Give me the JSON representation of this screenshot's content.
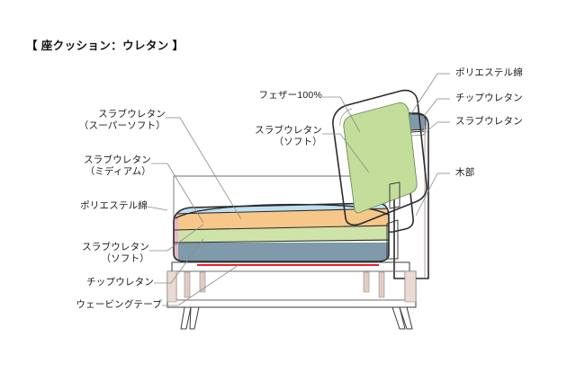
{
  "title": "【 座クッション：ウレタン 】",
  "diagram": {
    "subject": "sofa-cross-section",
    "description": "ソファの断面図：座クッションと背クッションの内部構造",
    "colors": {
      "outline": "#2b2b2b",
      "leader": "#7a7a7a",
      "seat_top_polyester": "#bfe0f2",
      "seat_super_soft": "#f7c888",
      "seat_medium": "#cfe3a8",
      "seat_soft": "#7e9aab",
      "seat_side_chip": "#e8b7c6",
      "back_cushion_outer": "#f2f2c8",
      "back_cushion_inner": "#c3dd9b",
      "wood": "#efe2dd",
      "wood_dark": "#d9c8be",
      "webbing_tape": "#ed1c24",
      "back_panel_chip": "#7e9aab",
      "background": "#ffffff"
    }
  },
  "labels": {
    "left": [
      {
        "id": "slab-super-soft",
        "lines": [
          "スラブウレタン",
          "（スーパーソフト）"
        ]
      },
      {
        "id": "slab-medium",
        "lines": [
          "スラブウレタン",
          "（ミディアム）"
        ]
      },
      {
        "id": "polyester-cotton",
        "lines": [
          "ポリエステル綿"
        ]
      },
      {
        "id": "slab-soft",
        "lines": [
          "スラブウレタン",
          "（ソフト）"
        ]
      },
      {
        "id": "chip-urethane",
        "lines": [
          "チップウレタン"
        ]
      },
      {
        "id": "webbing-tape",
        "lines": [
          "ウェービングテープ"
        ]
      }
    ],
    "center": [
      {
        "id": "feather-100",
        "lines": [
          "フェザー100%"
        ]
      },
      {
        "id": "slab-soft-back",
        "lines": [
          "スラブウレタン",
          "（ソフト）"
        ]
      }
    ],
    "right": [
      {
        "id": "polyester-cotton-right",
        "lines": [
          "ポリエステル綿"
        ]
      },
      {
        "id": "chip-urethane-right",
        "lines": [
          "チップウレタン"
        ]
      },
      {
        "id": "slab-urethane-right",
        "lines": [
          "スラブウレタン"
        ]
      },
      {
        "id": "wood-part",
        "lines": [
          "木部"
        ]
      }
    ]
  }
}
